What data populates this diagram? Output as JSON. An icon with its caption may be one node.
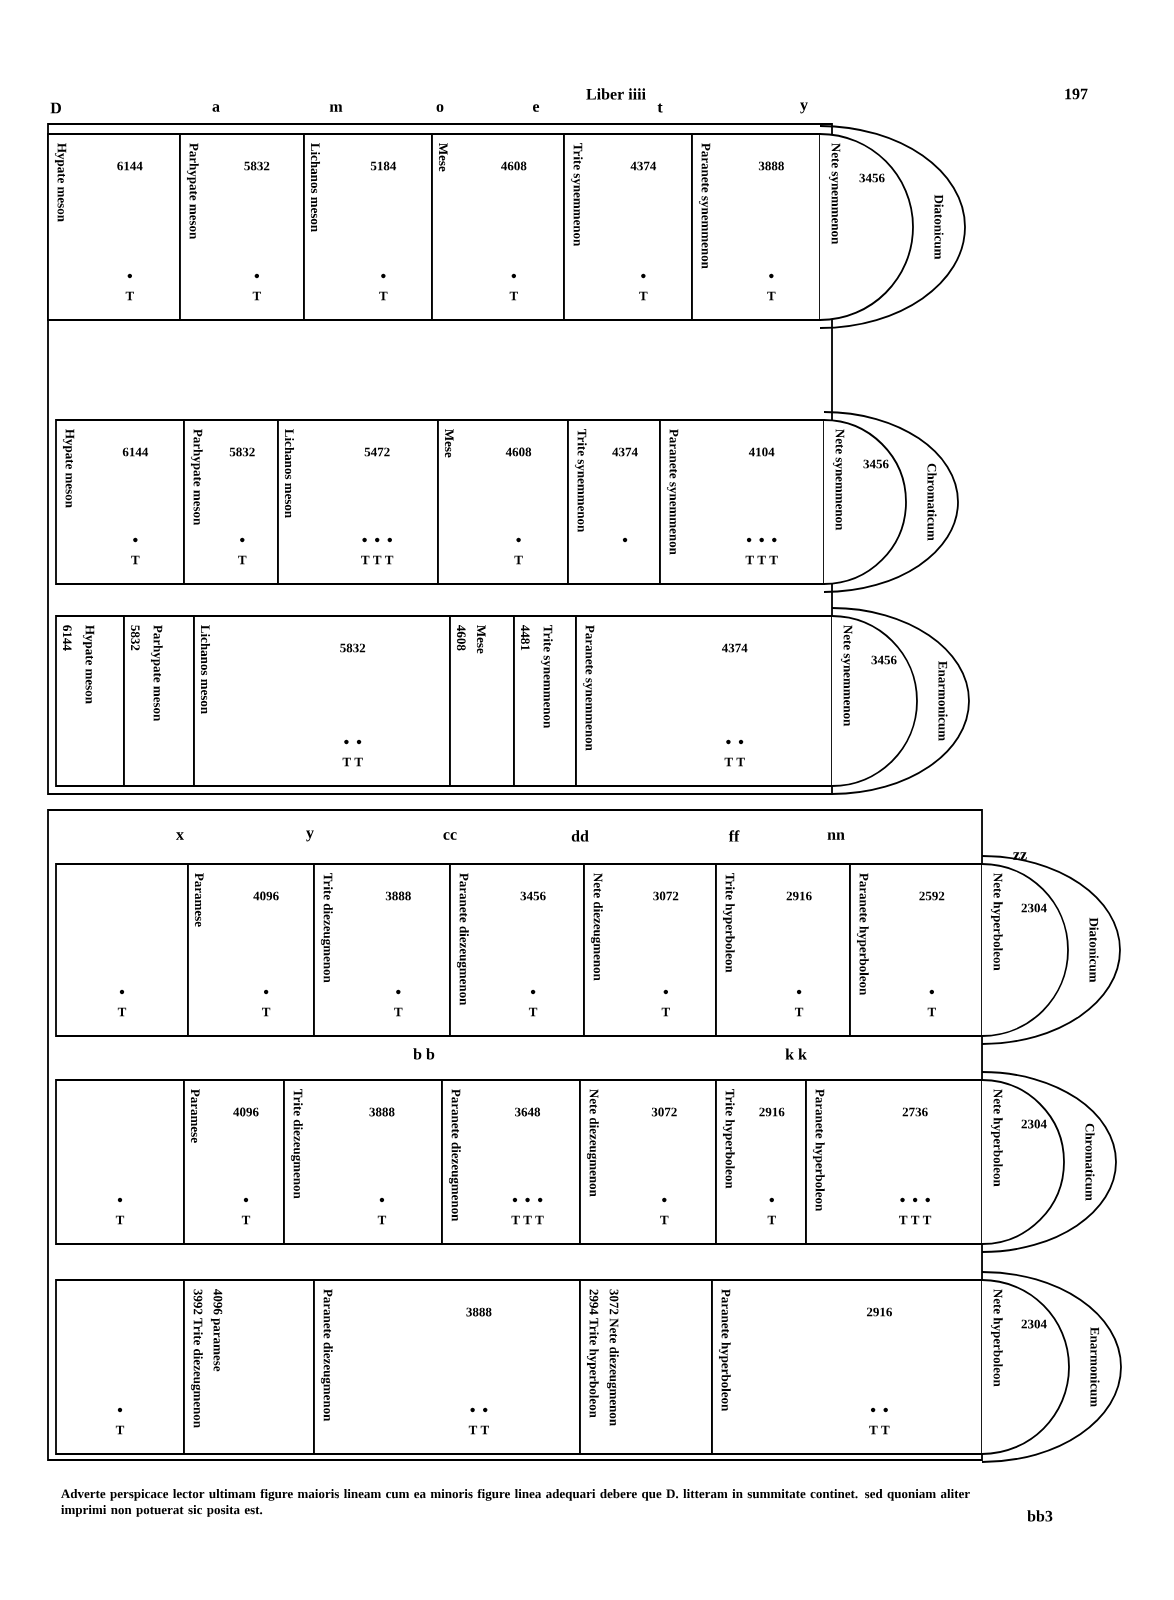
{
  "diagram": {
    "nodes": [
      {
        "text": [
          "Hypate meson",
          "6144",
          "T"
        ]
      },
      {
        "text": [
          "Parhypate meson",
          "5832",
          "T"
        ]
      },
      {
        "text": [
          "Lichanos meson",
          "5184",
          "T"
        ]
      },
      {
        "text": [
          "Mese",
          "4608",
          "T"
        ]
      },
      {
        "text": [
          "Trite synemmenon",
          "4374",
          "T"
        ]
      },
      {
        "text": [
          "Paranete synemmenon",
          "3888",
          "T"
        ]
      },
      {
        "text": [
          "Diatonicum"
        ]
      },
      {
        "text": [
          "Nete synemmenon",
          "3456"
        ],
        "in": 6
      },
      {
        "text": [
          "Hypate meson",
          "6144",
          "T"
        ]
      },
      {
        "text": [
          "Parhypate meson",
          "5832",
          "T"
        ]
      },
      {
        "text": [
          "Lichanos meson",
          "5472",
          "T T T"
        ]
      },
      {
        "text": [
          "Mese",
          "4608",
          "T"
        ]
      },
      {
        "text": [
          "Trite synemmenon",
          "4374"
        ]
      },
      {
        "text": [
          "Paranete synemmenon",
          "4104",
          "T T T"
        ]
      },
      {
        "text": [
          "Chromaticum"
        ]
      },
      {
        "text": [
          "Nete synemmenon",
          "3456"
        ],
        "in": 14
      },
      {
        "text": [
          "6144",
          "Hypate meson"
        ]
      },
      {
        "text": [
          "5832",
          "Parhypate meson"
        ]
      },
      {
        "text": [
          "Lichanos meson",
          "5832",
          "T T"
        ]
      },
      {
        "text": [
          "4608",
          "Mese"
        ]
      },
      {
        "text": [
          "4481",
          "Trite synemmenon"
        ]
      },
      {
        "text": [
          "Paranete synemmenon",
          "4374",
          "T T"
        ]
      },
      {
        "text": [
          "Enarmonicum"
        ]
      },
      {
        "text": [
          "Nete synemmenon",
          "3456"
        ],
        "in": 22
      },
      {
        "text": [
          "T"
        ]
      },
      {
        "text": [
          "Paramese",
          "4096",
          "T"
        ]
      },
      {
        "text": [
          "Trite diezeugmenon",
          "3888",
          "T"
        ]
      },
      {
        "text": [
          "Paranete diezeugmenon",
          "3456",
          "T"
        ]
      },
      {
        "text": [
          "Nete diezeugmenon",
          "3072",
          "T"
        ]
      },
      {
        "text": [
          "Trite hyperboleon",
          "2916",
          "T"
        ]
      },
      {
        "text": [
          "Paranete hyperboleon",
          "2592",
          "T"
        ]
      },
      {
        "text": [
          "Diatonicum"
        ]
      },
      {
        "text": [
          "Nete hyperboleon",
          "2304"
        ],
        "in": 31
      },
      {
        "text": [
          "T"
        ]
      },
      {
        "text": [
          "Paramese",
          "4096",
          "T"
        ]
      },
      {
        "text": [
          "Trite diezeugmenon",
          "3888",
          "T"
        ]
      },
      {
        "text": [
          "Paranete diezeugmenon",
          "3648",
          "T T T"
        ]
      },
      {
        "text": [
          "Nete diezeugmenon",
          "3072",
          "T"
        ]
      },
      {
        "text": [
          "Trite hyperboleon",
          "2916",
          "T"
        ]
      },
      {
        "text": [
          "Paranete hyperboleon",
          "2736",
          "T T T"
        ]
      },
      {
        "text": [
          "Chromaticum"
        ]
      },
      {
        "text": [
          "Nete hyperboleon",
          "2304"
        ],
        "in": 40
      },
      {
        "text": [
          "T"
        ]
      },
      {
        "text": [
          "3992 Trite diezeugmenon",
          "4096 paramese"
        ]
      },
      {
        "text": [
          "Paranete diezeugmenon",
          "3888",
          "T T"
        ]
      },
      {
        "text": [
          "2994 Trite hyperboleon",
          "3072 Nete diezeugmenon"
        ]
      },
      {
        "text": [
          "Paranete hyperboleon",
          "2916",
          "T T"
        ]
      },
      {
        "text": [
          "Enarmonicum"
        ]
      },
      {
        "text": [
          "Nete hyperboleon",
          "2304"
        ],
        "in": 47
      }
    ],
    "labels": [
      "Liber iiii",
      "197",
      "D",
      "a",
      "m",
      "o",
      "e",
      "t",
      "y",
      "x",
      "y",
      "cc",
      "dd",
      "ff",
      "nn",
      "zz",
      "b b",
      "k k",
      "Adverte perspicace lector ultimam figure maioris lineam cum ea minoris figure linea adequari debere que D. litteram in summitate continet. sed quoniam aliter imprimi non potuerat sic posita est.",
      "bb3"
    ]
  }
}
